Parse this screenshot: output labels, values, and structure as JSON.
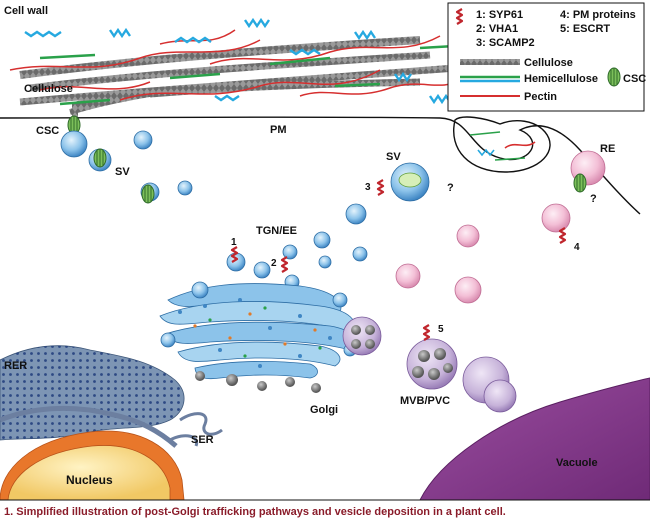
{
  "labels": {
    "cell_wall": "Cell wall",
    "cellulose": "Cellulose",
    "csc": "CSC",
    "pm": "PM",
    "sv": "SV",
    "tgn_ee": "TGN/EE",
    "re": "RE",
    "golgi": "Golgi",
    "rer": "RER",
    "ser": "SER",
    "nucleus": "Nucleus",
    "mvb_pvc": "MVB/PVC",
    "vacuole": "Vacuole",
    "question": "?"
  },
  "legend": {
    "items": [
      "1: SYP61",
      "2: VHA1",
      "3: SCAMP2",
      "4: PM proteins",
      "5: ESCRT"
    ],
    "lines": [
      "Cellulose",
      "Hemicellulose",
      "Pectin"
    ],
    "csc": "CSC"
  },
  "markers": [
    "1",
    "2",
    "3",
    "4",
    "5"
  ],
  "caption": "1. Simplified illustration of post-Golgi trafficking pathways and vesicle deposition in a plant cell.",
  "colors": {
    "cellulose": "#3a3a3a",
    "hemicellulose_green": "#2aa14a",
    "hemicellulose_blue": "#26a9e0",
    "pectin": "#d62f2f",
    "vesicle_blue": "#8cc3ea",
    "vesicle_pink": "#f3bfd6",
    "vacuole": "#8e3f93",
    "mvb": "#c6b2d9",
    "nucleus": "#f6d98a",
    "nucleus_envelope": "#e8772b",
    "er": "#7d95b4",
    "caption": "#8a1c2a"
  }
}
